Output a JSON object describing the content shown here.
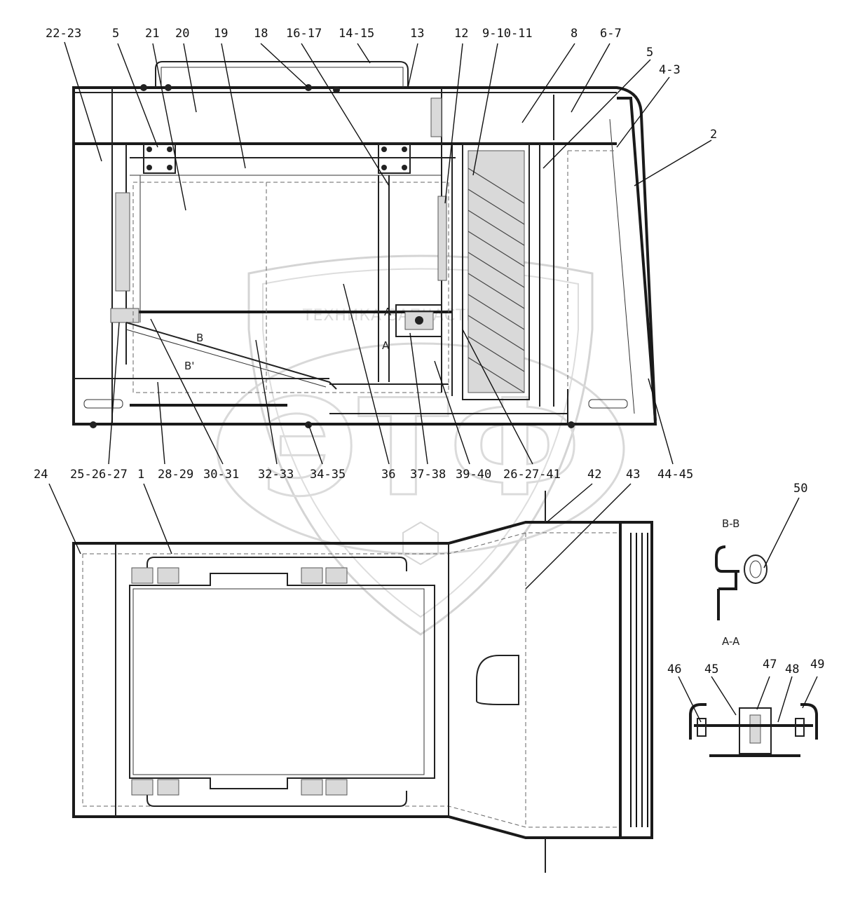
{
  "watermark": {
    "text": "ТЕХНИКА   ЗАПЧАСТИ",
    "logo": "ЭТФ"
  },
  "section_labels": {
    "b_b": "B-B",
    "a_a": "A-A",
    "b_mark": "B",
    "b_mark2": "B'",
    "a_mark": "A",
    "a_mark2": "A"
  },
  "part_labels": {
    "l_22_23": "22-23",
    "l_5a": "5",
    "l_21": "21",
    "l_20": "20",
    "l_19": "19",
    "l_18": "18",
    "l_16_17": "16-17",
    "l_14_15": "14-15",
    "l_13": "13",
    "l_12": "12",
    "l_9_10_11": "9-10-11",
    "l_8": "8",
    "l_6_7": "6-7",
    "l_5b": "5",
    "l_4_3": "4-3",
    "l_2": "2",
    "l_24": "24",
    "l_25_26_27": "25-26-27",
    "l_1": "1",
    "l_28_29": "28-29",
    "l_30_31": "30-31",
    "l_32_33": "32-33",
    "l_34_35": "34-35",
    "l_36": "36",
    "l_37_38": "37-38",
    "l_39_40": "39-40",
    "l_26_27_41": "26-27-41",
    "l_42": "42",
    "l_43": "43",
    "l_44_45": "44-45",
    "l_50": "50",
    "l_46": "46",
    "l_45": "45",
    "l_47": "47",
    "l_48": "48",
    "l_49": "49"
  }
}
